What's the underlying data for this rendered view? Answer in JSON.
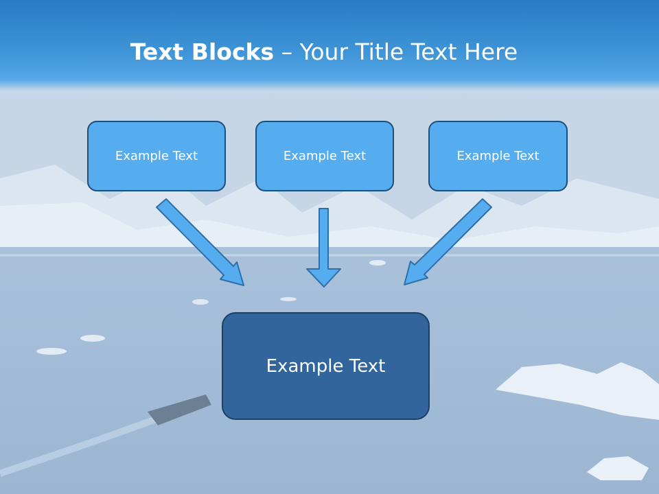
{
  "title": {
    "bold": "Text Blocks",
    "separator": " – ",
    "rest": "Your Title Text Here"
  },
  "blocks": [
    {
      "label": "Example Text"
    },
    {
      "label": "Example Text"
    },
    {
      "label": "Example Text"
    }
  ],
  "main_block": {
    "label": "Example Text"
  },
  "colors": {
    "title_bar": "#3d93d6",
    "small_box": "#55acee",
    "main_box": "#31659b",
    "arrow": "#55acee",
    "border": "#1f4e79"
  }
}
